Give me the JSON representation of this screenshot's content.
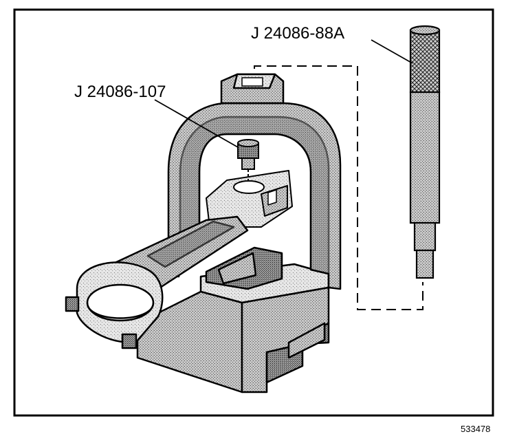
{
  "labels": {
    "tool_upper": "J 24086-88A",
    "tool_lower": "J 24086-107"
  },
  "figure_number": "533478",
  "colors": {
    "ink": "#000000",
    "paper": "#ffffff",
    "stipple": "#bdbdbd",
    "stipple_dark": "#8a8a8a",
    "stipple_light": "#dcdcdc"
  }
}
